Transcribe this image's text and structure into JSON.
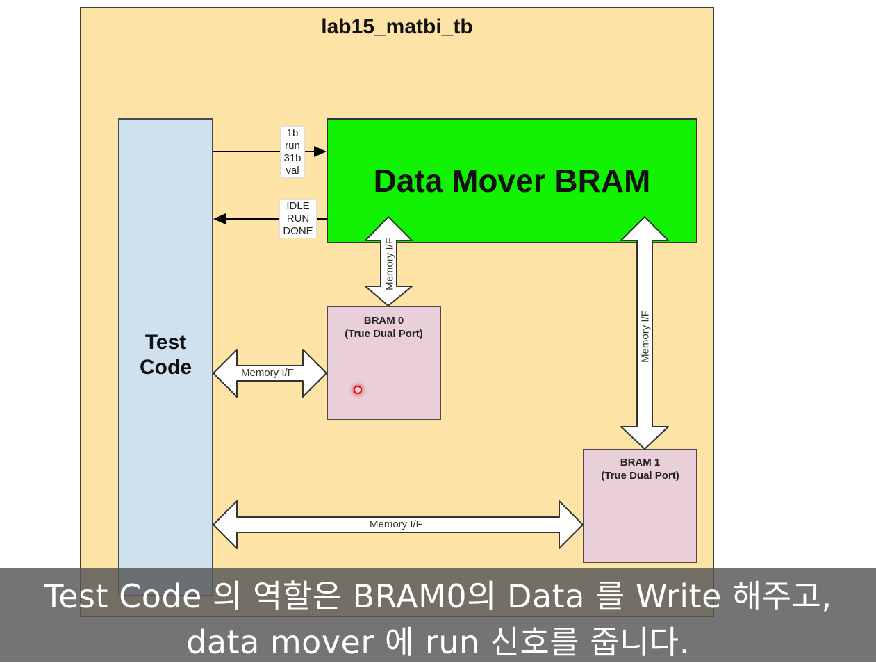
{
  "diagram": {
    "title": "lab15_matbi_tb",
    "test_code": {
      "label_line1": "Test",
      "label_line2": "Code"
    },
    "data_mover": {
      "label": "Data Mover BRAM"
    },
    "bram0": {
      "name": "BRAM 0",
      "type": "(True Dual Port)"
    },
    "bram1": {
      "name": "BRAM 1",
      "type": "(True Dual Port)"
    },
    "run_signal": {
      "lines": [
        "1b",
        "run",
        "31b",
        "val"
      ]
    },
    "state_signal": {
      "lines": [
        "IDLE",
        "RUN",
        "DONE"
      ]
    },
    "memory_if_label": "Memory I/F"
  },
  "subtitle": {
    "line1": "Test Code 의 역할은 BRAM0의 Data 를 Write 해주고,",
    "line2": "data mover 에 run 신호를 줍니다."
  }
}
